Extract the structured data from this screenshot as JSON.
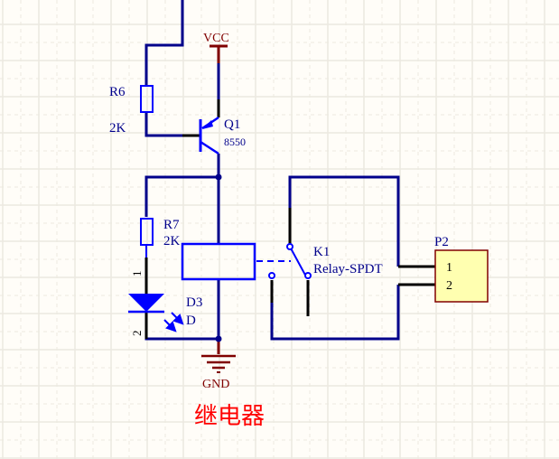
{
  "title": "继电器",
  "components": {
    "r6": {
      "designator": "R6",
      "value": "2K"
    },
    "r7": {
      "designator": "R7",
      "value": "2K"
    },
    "q1": {
      "designator": "Q1",
      "value": "8550"
    },
    "d3": {
      "designator": "D3",
      "value": "D",
      "pin1": "1",
      "pin2": "2"
    },
    "k1": {
      "designator": "K1",
      "value": "Relay-SPDT"
    },
    "p2": {
      "designator": "P2",
      "pin1": "1",
      "pin2": "2"
    }
  },
  "power": {
    "vcc": "VCC",
    "gnd": "GND"
  },
  "colors": {
    "wire": "#00008b",
    "component": "#0000ff",
    "pin": "#000000",
    "power": "#800000",
    "title": "#ff0000",
    "connector_fill": "#ffffb0",
    "grid": "#ece9e0",
    "background": "#fffdf8"
  }
}
